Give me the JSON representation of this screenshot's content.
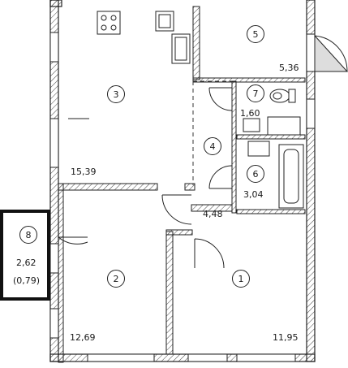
{
  "rooms": [
    {
      "number": "1",
      "area": "11,95"
    },
    {
      "number": "2",
      "area": "12,69"
    },
    {
      "number": "3",
      "area": "15,39"
    },
    {
      "number": "4",
      "area": "4,48"
    },
    {
      "number": "5",
      "area": "5,36"
    },
    {
      "number": "6",
      "area": "3,04"
    },
    {
      "number": "7",
      "area": "1,60"
    },
    {
      "number": "8",
      "area": "2,62",
      "area_reduced": "(0,79)"
    }
  ]
}
